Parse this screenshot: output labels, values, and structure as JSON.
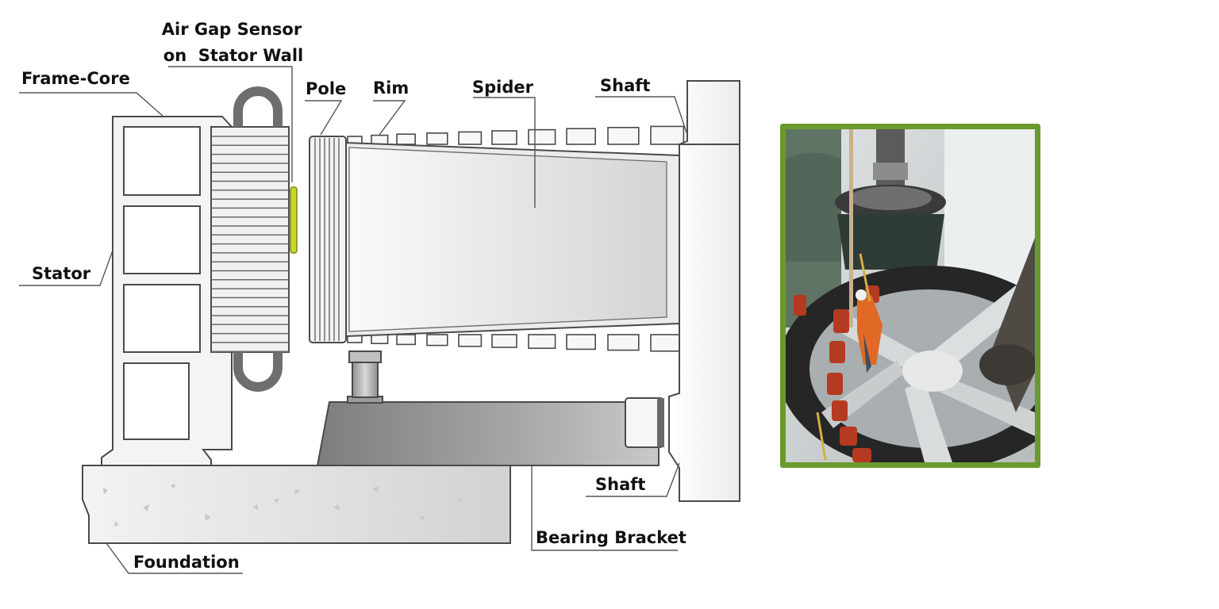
{
  "labels": {
    "air_gap_sensor_line1": "Air Gap Sensor",
    "air_gap_sensor_line2": "on  Stator Wall",
    "frame_core": "Frame-Core",
    "pole": "Pole",
    "rim": "Rim",
    "spider": "Spider",
    "shaft_top": "Shaft",
    "stator": "Stator",
    "shaft_bottom": "Shaft",
    "bearing_bracket": "Bearing Bracket",
    "foundation": "Foundation"
  },
  "photo": {
    "description": "generator-rotor-installation-photo"
  },
  "colors": {
    "sensor": "#c8d62c",
    "photo_border": "#6b9a2c",
    "bracket": "#9a9a9a"
  }
}
